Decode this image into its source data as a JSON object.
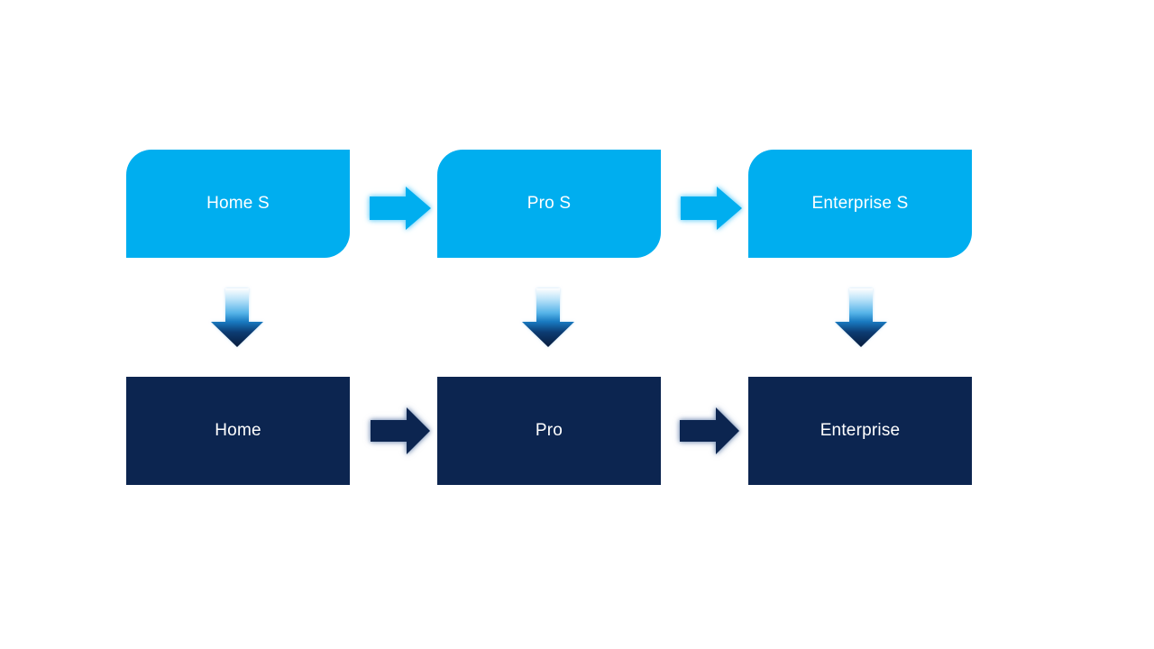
{
  "diagram": {
    "type": "upgrade-path-flow",
    "rows": [
      {
        "name": "s-editions",
        "boxes": [
          {
            "label": "Home S"
          },
          {
            "label": "Pro S"
          },
          {
            "label": "Enterprise S"
          }
        ]
      },
      {
        "name": "full-editions",
        "boxes": [
          {
            "label": "Home"
          },
          {
            "label": "Pro"
          },
          {
            "label": "Enterprise"
          }
        ]
      }
    ],
    "colors": {
      "top_box_fill": "#00AEEF",
      "bottom_box_fill": "#0C2550",
      "label_text": "#FFFFFF",
      "top_arrow_fill": "#00AEEF",
      "bottom_arrow_fill": "#0C2550",
      "down_arrow_gradient": {
        "g0": "#FEFEFE",
        "g1": "#BDE4F9",
        "g2": "#55B3E8",
        "g3": "#1879C0",
        "g4": "#0C3B72",
        "g5": "#081B3C"
      }
    }
  }
}
